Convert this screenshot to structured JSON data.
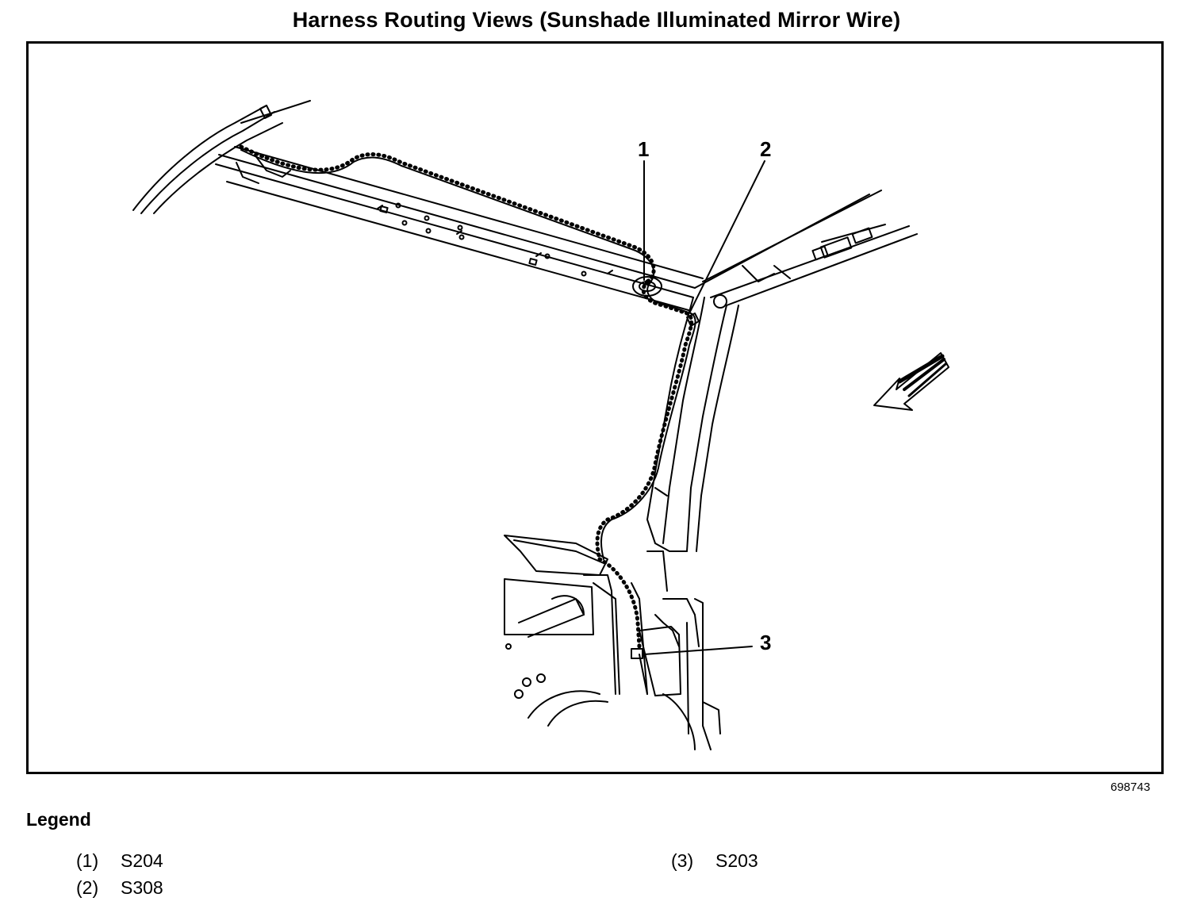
{
  "title": "Harness Routing Views (Sunshade Illuminated Mirror Wire)",
  "figure_id": "698743",
  "callouts": [
    "1",
    "2",
    "3"
  ],
  "legend": {
    "title": "Legend",
    "items": [
      {
        "num": "(1)",
        "label": "S204"
      },
      {
        "num": "(2)",
        "label": "S308"
      },
      {
        "num": "(3)",
        "label": "S203"
      }
    ]
  },
  "icons": {
    "front_arrow": "front-direction-arrow-icon"
  }
}
